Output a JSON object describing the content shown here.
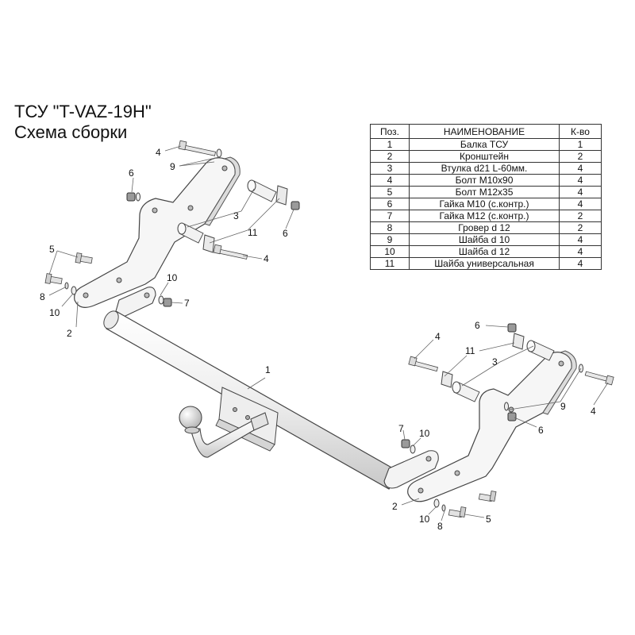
{
  "title": {
    "line1": "ТСУ \"T-VAZ-19H\"",
    "line2": "Схема сборки"
  },
  "table": {
    "headers": {
      "pos": "Поз.",
      "name": "НАИМЕНОВАНИЕ",
      "qty": "К-во"
    },
    "rows": [
      {
        "pos": "1",
        "name": "Балка ТСУ",
        "qty": "1"
      },
      {
        "pos": "2",
        "name": "Кронштейн",
        "qty": "2"
      },
      {
        "pos": "3",
        "name": "Втулка d21 L-60мм.",
        "qty": "4"
      },
      {
        "pos": "4",
        "name": "Болт М10х90",
        "qty": "4"
      },
      {
        "pos": "5",
        "name": "Болт М12х35",
        "qty": "4"
      },
      {
        "pos": "6",
        "name": "Гайка  М10 (с.контр.)",
        "qty": "4"
      },
      {
        "pos": "7",
        "name": "Гайка М12 (с.контр.)",
        "qty": "2"
      },
      {
        "pos": "8",
        "name": "Гровер d 12",
        "qty": "2"
      },
      {
        "pos": "9",
        "name": "Шайба d 10",
        "qty": "4"
      },
      {
        "pos": "10",
        "name": "Шайба d 12",
        "qty": "4"
      },
      {
        "pos": "11",
        "name": "Шайба универсальная",
        "qty": "4"
      }
    ]
  },
  "callouts": {
    "left_4": "4",
    "left_9": "9",
    "left_6a": "6",
    "left_3": "3",
    "left_11": "11",
    "left_6b": "6",
    "left_4b": "4",
    "left_5": "5",
    "left_8": "8",
    "left_10a": "10",
    "left_2": "2",
    "left_10b": "10",
    "left_7": "7",
    "beam_1": "1",
    "right_6": "6",
    "right_4a": "4",
    "right_11": "11",
    "right_3": "3",
    "right_9": "9",
    "right_4b": "4",
    "right_6b": "6",
    "right_7": "7",
    "right_10a": "10",
    "right_2": "2",
    "right_10b": "10",
    "right_8": "8",
    "right_5": "5"
  }
}
